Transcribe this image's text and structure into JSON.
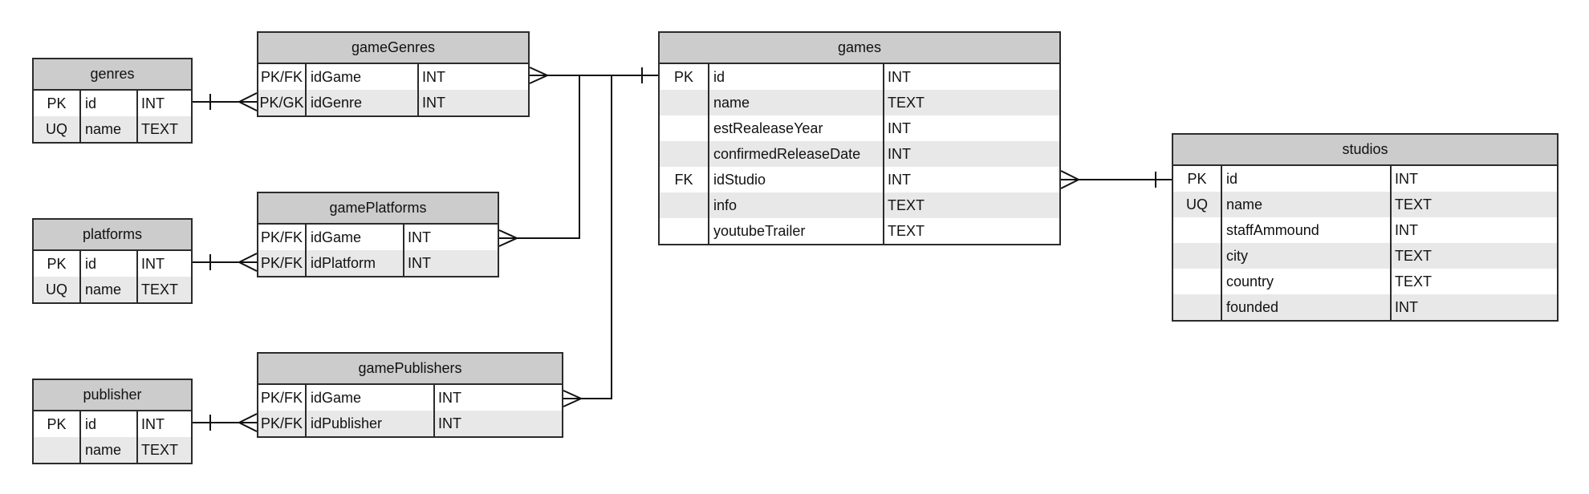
{
  "tables": [
    {
      "id": "genres",
      "title": "genres",
      "rows": [
        {
          "key": "PK",
          "name": "id",
          "type": "INT"
        },
        {
          "key": "UQ",
          "name": "name",
          "type": "TEXT"
        }
      ]
    },
    {
      "id": "gameGenres",
      "title": "gameGenres",
      "rows": [
        {
          "key": "PK/FK",
          "name": "idGame",
          "type": "INT"
        },
        {
          "key": "PK/GK",
          "name": "idGenre",
          "type": "INT"
        }
      ]
    },
    {
      "id": "games",
      "title": "games",
      "rows": [
        {
          "key": "PK",
          "name": "id",
          "type": "INT"
        },
        {
          "key": "",
          "name": "name",
          "type": "TEXT"
        },
        {
          "key": "",
          "name": "estRealeaseYear",
          "type": "INT"
        },
        {
          "key": "",
          "name": "confirmedReleaseDate",
          "type": "INT"
        },
        {
          "key": "FK",
          "name": "idStudio",
          "type": "INT"
        },
        {
          "key": "",
          "name": "info",
          "type": "TEXT"
        },
        {
          "key": "",
          "name": "youtubeTrailer",
          "type": "TEXT"
        }
      ]
    },
    {
      "id": "studios",
      "title": "studios",
      "rows": [
        {
          "key": "PK",
          "name": "id",
          "type": "INT"
        },
        {
          "key": "UQ",
          "name": "name",
          "type": "TEXT"
        },
        {
          "key": "",
          "name": "staffAmmound",
          "type": "INT"
        },
        {
          "key": "",
          "name": "city",
          "type": "TEXT"
        },
        {
          "key": "",
          "name": "country",
          "type": "TEXT"
        },
        {
          "key": "",
          "name": "founded",
          "type": "INT"
        }
      ]
    },
    {
      "id": "platforms",
      "title": "platforms",
      "rows": [
        {
          "key": "PK",
          "name": "id",
          "type": "INT"
        },
        {
          "key": "UQ",
          "name": "name",
          "type": "TEXT"
        }
      ]
    },
    {
      "id": "gamePlatforms",
      "title": "gamePlatforms",
      "rows": [
        {
          "key": "PK/FK",
          "name": "idGame",
          "type": "INT"
        },
        {
          "key": "PK/FK",
          "name": "idPlatform",
          "type": "INT"
        }
      ]
    },
    {
      "id": "publisher",
      "title": "publisher",
      "rows": [
        {
          "key": "PK",
          "name": "id",
          "type": "INT"
        },
        {
          "key": "",
          "name": "name",
          "type": "TEXT"
        }
      ]
    },
    {
      "id": "gamePublishers",
      "title": "gamePublishers",
      "rows": [
        {
          "key": "PK/FK",
          "name": "idGame",
          "type": "INT"
        },
        {
          "key": "PK/FK",
          "name": "idPublisher",
          "type": "INT"
        }
      ]
    }
  ],
  "relationships": [
    {
      "from": "genres",
      "to": "gameGenres",
      "from_end": "one",
      "to_end": "many"
    },
    {
      "from": "platforms",
      "to": "gamePlatforms",
      "from_end": "one",
      "to_end": "many"
    },
    {
      "from": "publisher",
      "to": "gamePublishers",
      "from_end": "one",
      "to_end": "many"
    },
    {
      "from": "games",
      "to": "gameGenres",
      "from_end": "one",
      "to_end": "many"
    },
    {
      "from": "games",
      "to": "gamePlatforms",
      "from_end": "one",
      "to_end": "many"
    },
    {
      "from": "games",
      "to": "gamePublishers",
      "from_end": "one",
      "to_end": "many"
    },
    {
      "from": "studios",
      "to": "games",
      "from_end": "one",
      "to_end": "many"
    }
  ]
}
